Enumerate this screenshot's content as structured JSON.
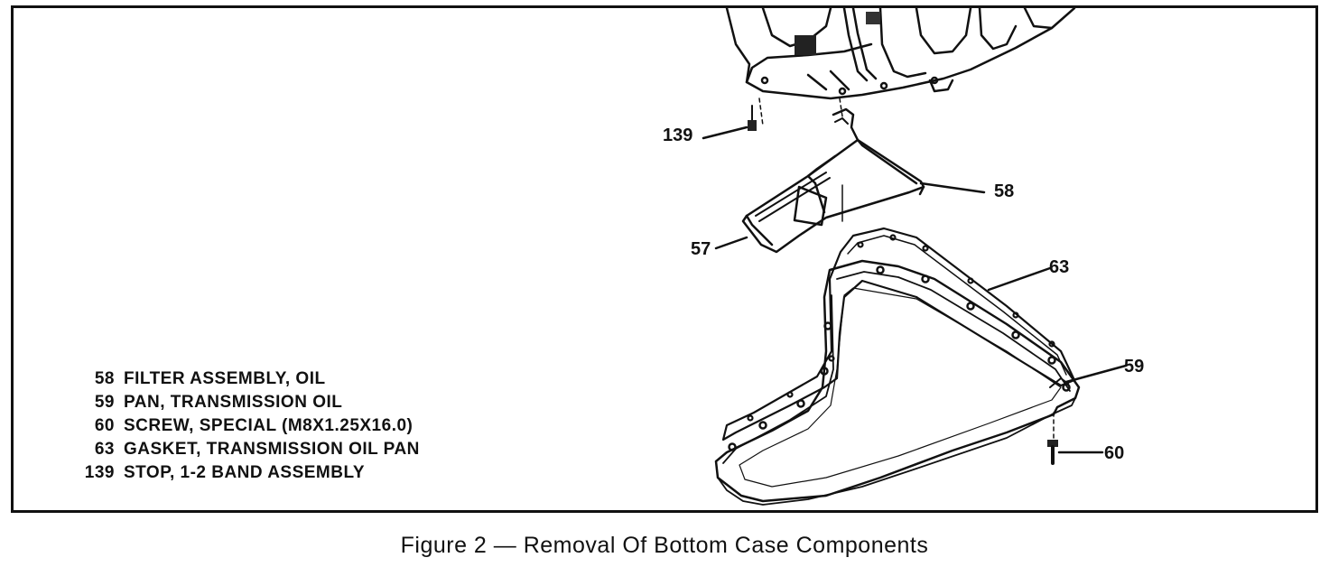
{
  "legend": [
    {
      "num": "58",
      "desc": "FILTER ASSEMBLY, OIL"
    },
    {
      "num": "59",
      "desc": "PAN, TRANSMISSION OIL"
    },
    {
      "num": "60",
      "desc": "SCREW, SPECIAL (M8X1.25X16.0)"
    },
    {
      "num": "63",
      "desc": "GASKET, TRANSMISSION OIL PAN"
    },
    {
      "num": "139",
      "desc": "STOP, 1-2 BAND ASSEMBLY"
    }
  ],
  "callouts": {
    "c139": "139",
    "c58": "58",
    "c57": "57",
    "c63": "63",
    "c59": "59",
    "c60": "60"
  },
  "caption": "Figure 2 — Removal Of Bottom Case Components"
}
